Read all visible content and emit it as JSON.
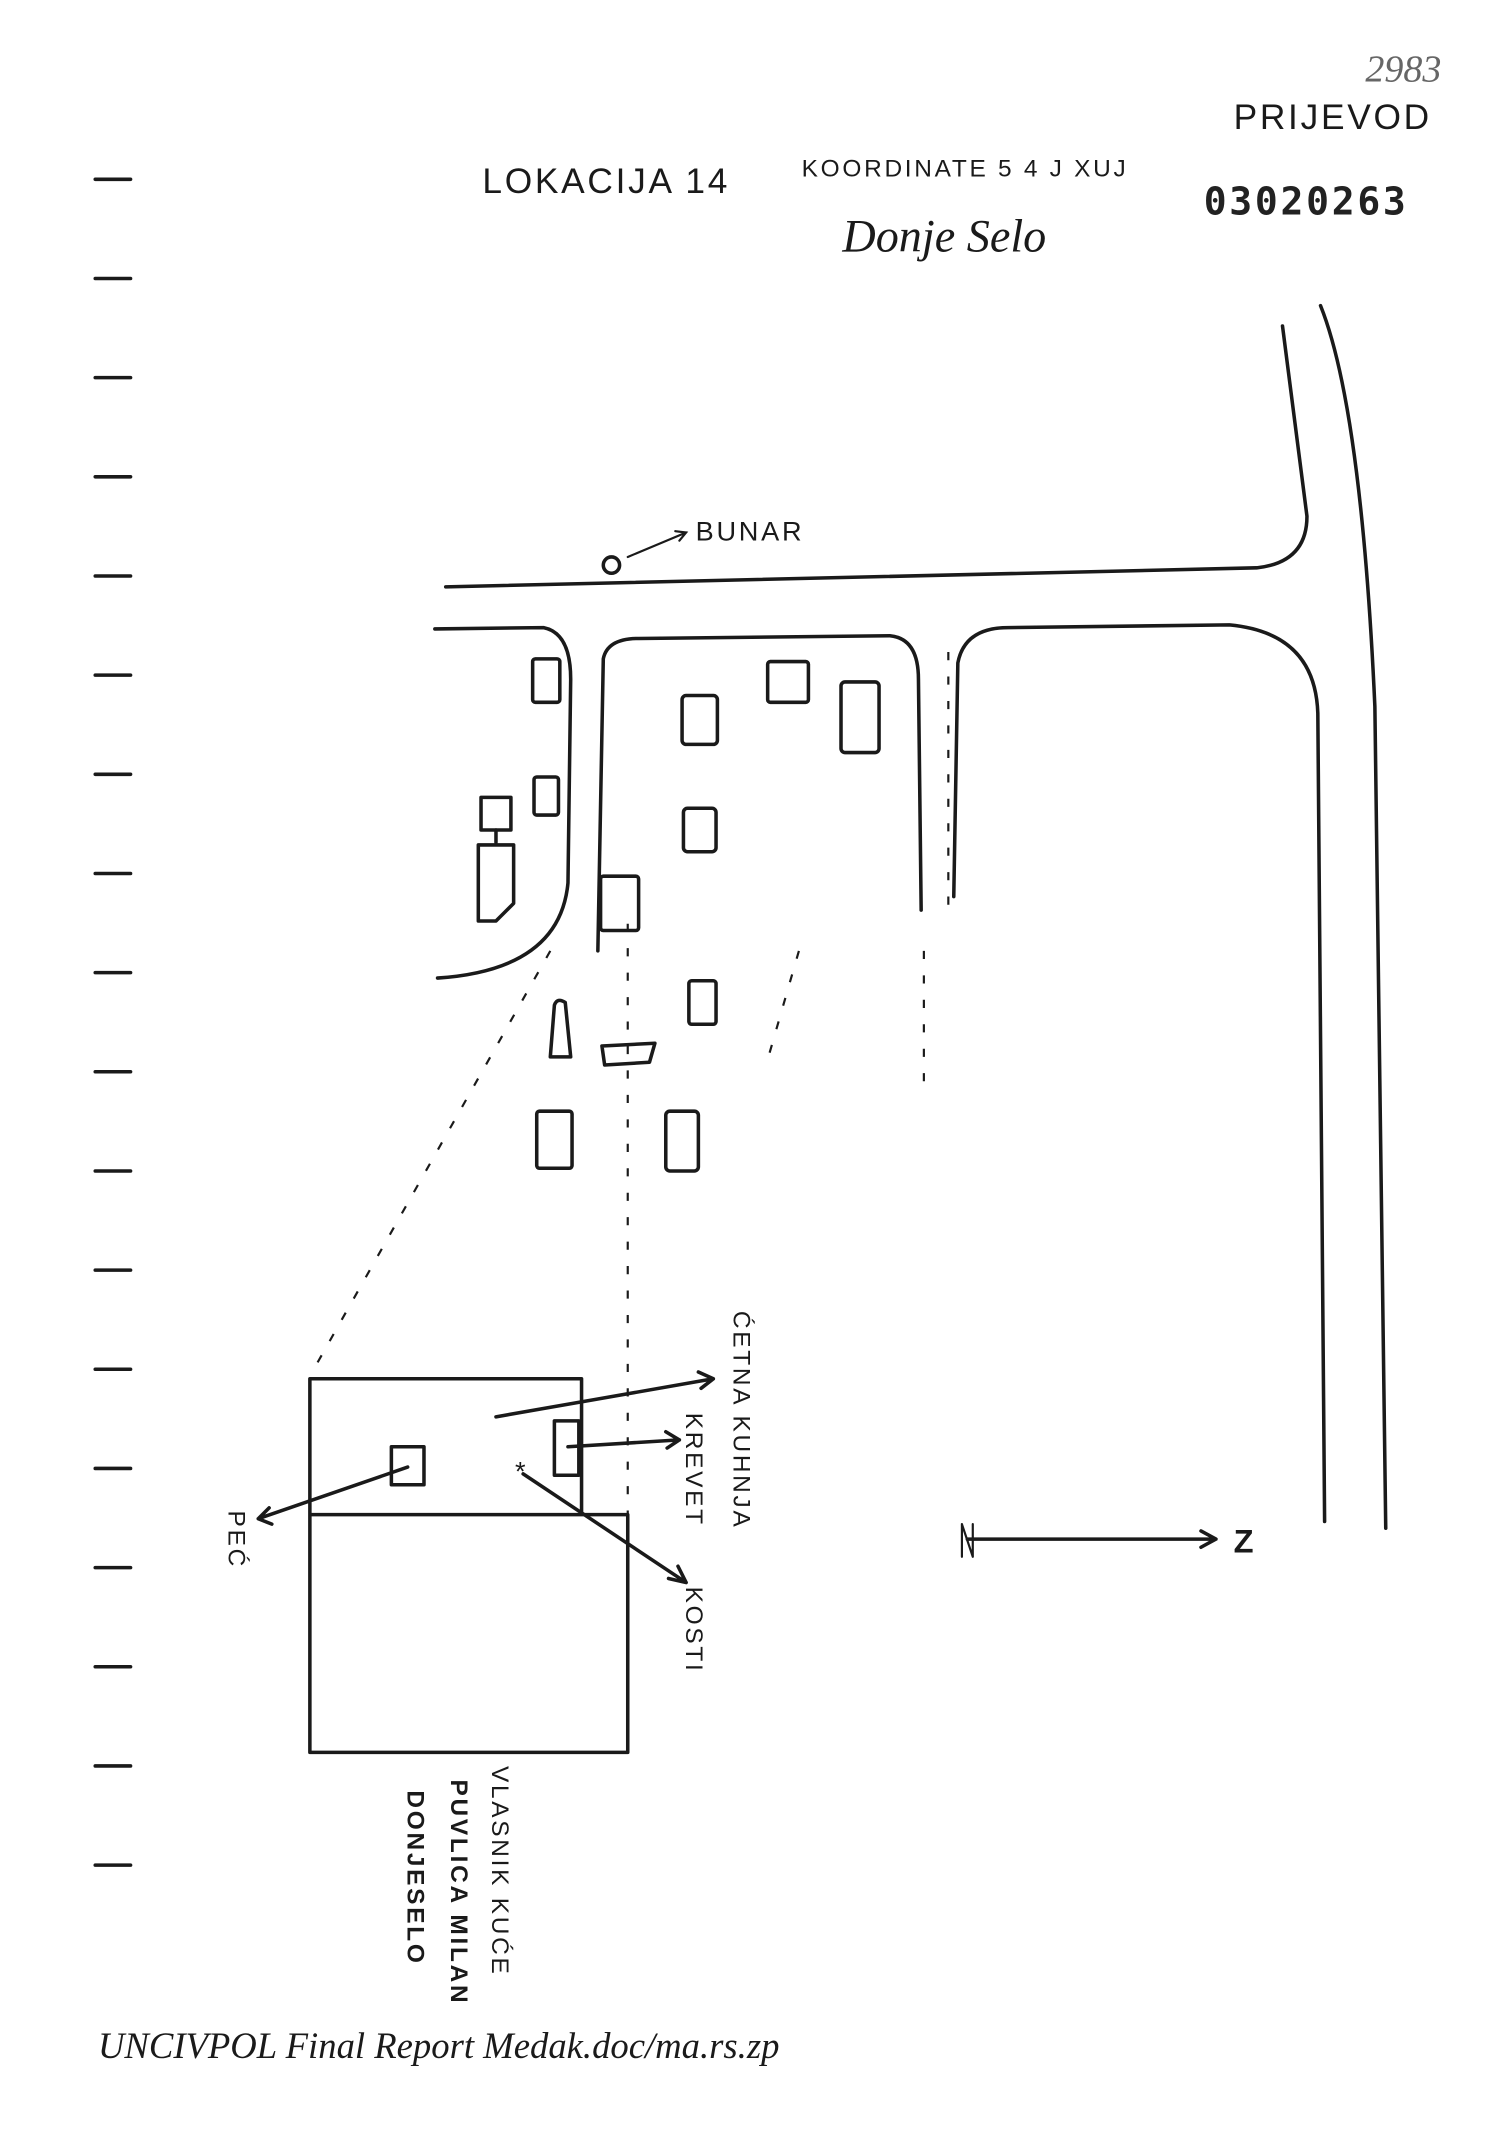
{
  "header": {
    "page_number": "2983",
    "translation_label": "PRIJEVOD",
    "document_number": "03020263",
    "location": "LOKACIJA 14",
    "coordinates": "KOORDINATE 5 4 J  XUJ",
    "village": "Donje Selo"
  },
  "map": {
    "well_label": "BUNAR",
    "north_label": "Z",
    "detail": {
      "stove_label": "PEĆ",
      "kitchen_label": "ĆETNA KUHNJA",
      "bed_label": "KREVET",
      "bones_label": "KOSTI",
      "owner_lines": [
        "VLASNIK KUĆE",
        "PUVLICA MILAN",
        "DONJESELO"
      ]
    }
  },
  "footer": {
    "reference": "UNCIVPOL Final Report Medak.doc/ma.rs.zp"
  }
}
